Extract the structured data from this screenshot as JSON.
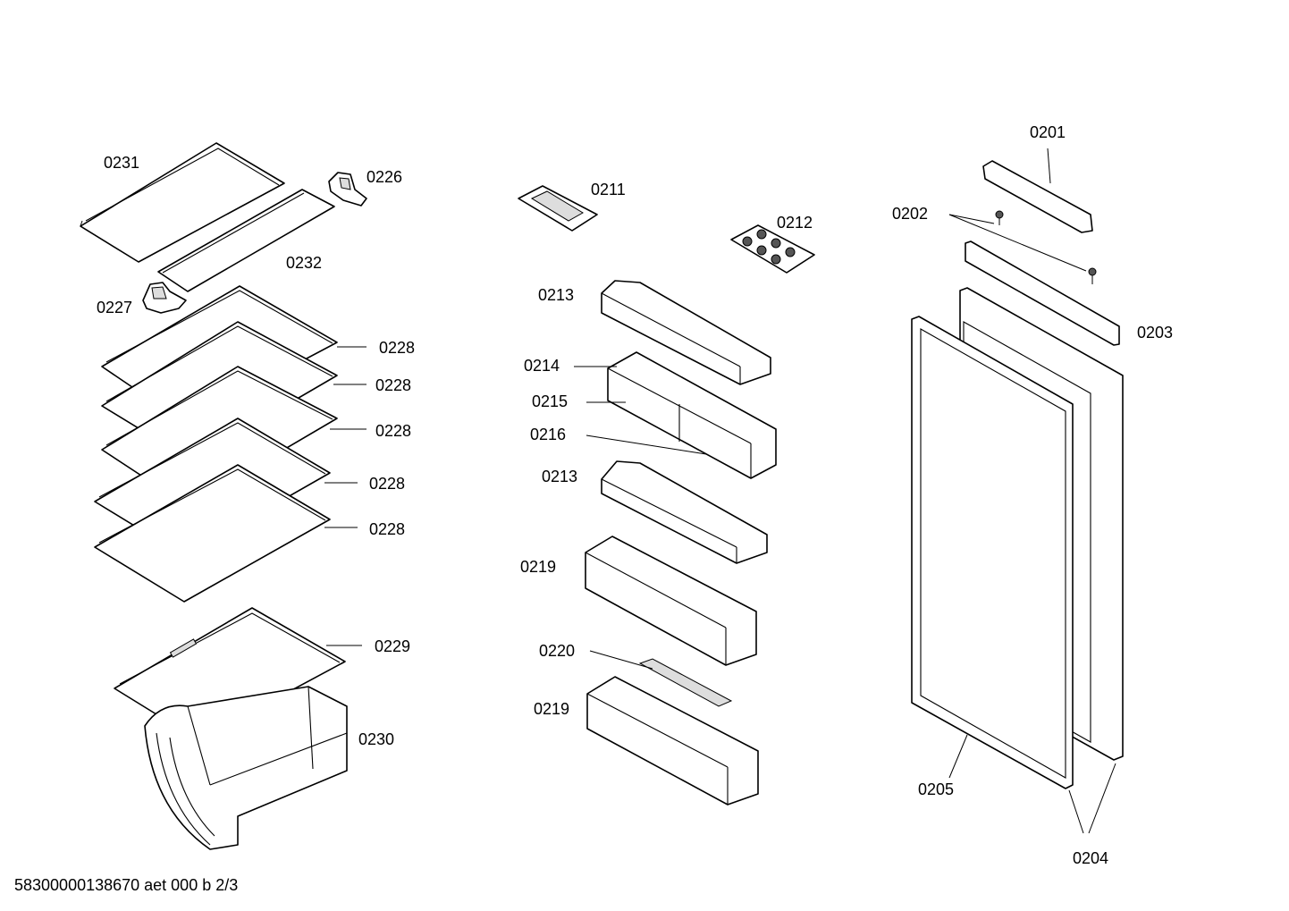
{
  "document_code": "58300000138670 aet 000 b 2/3",
  "labels": {
    "p0231": "0231",
    "p0226": "0226",
    "p0232": "0232",
    "p0227": "0227",
    "p0228a": "0228",
    "p0228b": "0228",
    "p0228c": "0228",
    "p0228d": "0228",
    "p0228e": "0228",
    "p0229": "0229",
    "p0230": "0230",
    "p0211": "0211",
    "p0212": "0212",
    "p0213a": "0213",
    "p0214": "0214",
    "p0215": "0215",
    "p0216": "0216",
    "p0213b": "0213",
    "p0219a": "0219",
    "p0220": "0220",
    "p0219b": "0219",
    "p0201": "0201",
    "p0202": "0202",
    "p0203": "0203",
    "p0205": "0205",
    "p0204": "0204"
  }
}
